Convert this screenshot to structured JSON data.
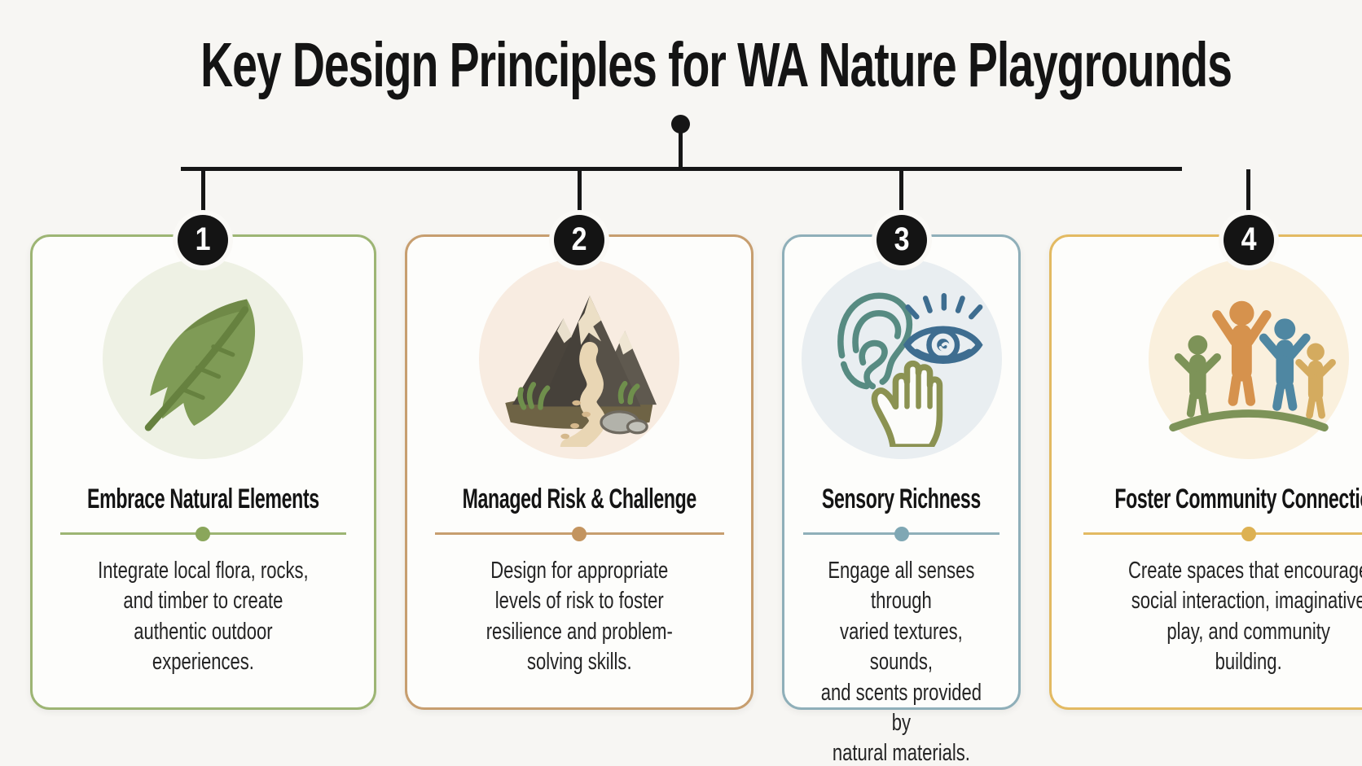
{
  "title": "Key Design Principles for WA Nature Playgrounds",
  "background": "#f7f6f3",
  "connector_color": "#161616",
  "cards": [
    {
      "number": "1",
      "title": "Embrace Natural Elements",
      "description": "Integrate local flora, rocks,\nand timber to create\nauthentic outdoor\nexperiences.",
      "icon": "leaf-icon",
      "colors": {
        "border": "#9db574",
        "circle_bg": "#eef1e4",
        "dot": "#8aa65b"
      }
    },
    {
      "number": "2",
      "title": "Managed Risk & Challenge",
      "description": "Design for appropriate\nlevels of risk to foster\nresilience and problem-\nsolving skills.",
      "icon": "mountain-trail-icon",
      "colors": {
        "border": "#c79e6f",
        "circle_bg": "#f8ece1",
        "dot": "#c3945f"
      }
    },
    {
      "number": "3",
      "title": "Sensory Richness",
      "description": "Engage all senses through\nvaried textures, sounds,\nand scents provided by\nnatural materials.",
      "icon": "senses-ear-eye-hand-icon",
      "colors": {
        "border": "#8fafb9",
        "circle_bg": "#e9eef1",
        "dot": "#7fa7b4"
      }
    },
    {
      "number": "4",
      "title": "Foster Community Connection",
      "description": "Create spaces that encourage\nsocial interaction, imaginative\nplay, and community\nbuilding.",
      "icon": "community-figures-icon",
      "colors": {
        "border": "#e3ba62",
        "circle_bg": "#faf0dd",
        "dot": "#ddb152"
      }
    }
  ]
}
